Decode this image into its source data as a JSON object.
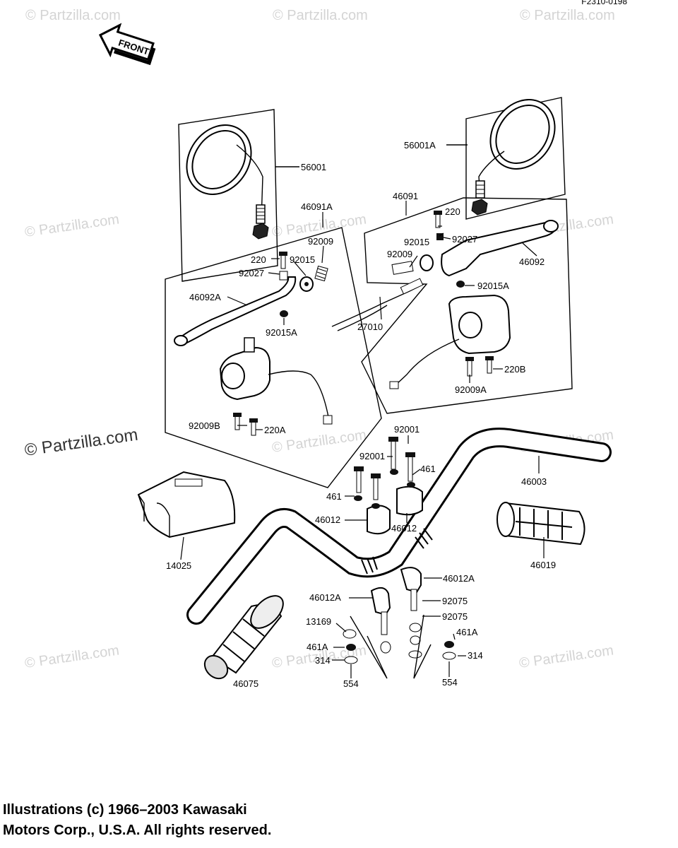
{
  "diagram_code": "F2310-0198",
  "front_arrow_label": "FRONT",
  "watermark": "© Partzilla.com",
  "copyright": {
    "line1": "Illustrations (c) 1966–2003 Kawasaki",
    "line2": "Motors Corp., U.S.A.  All rights reserved."
  },
  "parts": [
    {
      "id": "56001"
    },
    {
      "id": "56001A"
    },
    {
      "id": "46091A"
    },
    {
      "id": "46091"
    },
    {
      "id": "220"
    },
    {
      "id": "92015"
    },
    {
      "id": "92009"
    },
    {
      "id": "92027"
    },
    {
      "id": "46092A"
    },
    {
      "id": "92015A"
    },
    {
      "id": "27010"
    },
    {
      "id": "46092"
    },
    {
      "id": "220B"
    },
    {
      "id": "92009A"
    },
    {
      "id": "92009B"
    },
    {
      "id": "220A"
    },
    {
      "id": "92001"
    },
    {
      "id": "461"
    },
    {
      "id": "46003"
    },
    {
      "id": "46012"
    },
    {
      "id": "14025"
    },
    {
      "id": "46019"
    },
    {
      "id": "46012A"
    },
    {
      "id": "92075"
    },
    {
      "id": "13169"
    },
    {
      "id": "461A"
    },
    {
      "id": "314"
    },
    {
      "id": "554"
    },
    {
      "id": "46075"
    }
  ]
}
